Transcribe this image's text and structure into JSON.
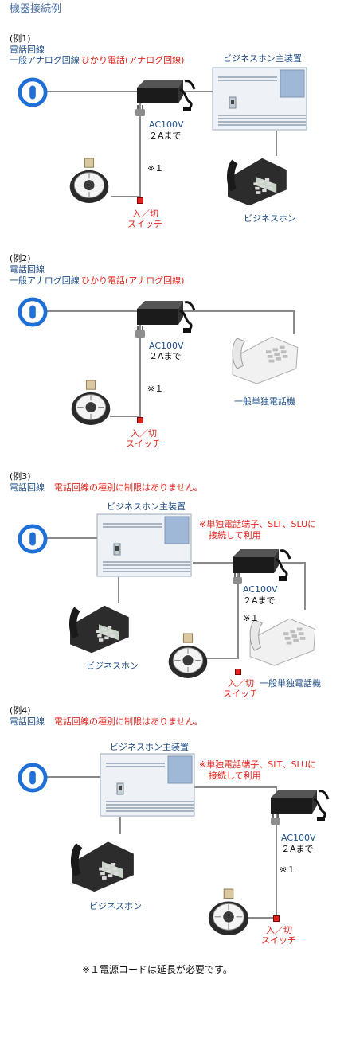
{
  "page": {
    "title": "機器接続例"
  },
  "examples": [
    {
      "heading": "(例1)",
      "line1": "電話回線",
      "line2a": "一般アナログ回線",
      "line2b": "ひかり電話(アナログ回線)",
      "main_unit": "ビジネスホン主装置",
      "ac_label": "AC100V",
      "amp_label": "２Aまで",
      "note_mark": "※１",
      "switch_a": "入／切",
      "switch_b": "スイッチ",
      "phone_label": "ビジネスホン"
    },
    {
      "heading": "(例2)",
      "line1": "電話回線",
      "line2a": "一般アナログ回線",
      "line2b": "ひかり電話(アナログ回線)",
      "ac_label": "AC100V",
      "amp_label": "２Aまで",
      "note_mark": "※１",
      "switch_a": "入／切",
      "switch_b": "スイッチ",
      "phone_label": "一般単独電話機"
    },
    {
      "heading": "(例3)",
      "line1": "電話回線",
      "line1_note": "電話回線の種別に制限はありません。",
      "main_unit": "ビジネスホン主装置",
      "connect_note_a": "※単独電話端子、SLT、SLUに",
      "connect_note_b": "接続して利用",
      "ac_label": "AC100V",
      "amp_label": "２Aまで",
      "note_mark": "※１",
      "switch_a": "入／切",
      "switch_b": "スイッチ",
      "phone_label": "ビジネスホン",
      "phone2_label": "一般単独電話機"
    },
    {
      "heading": "(例4)",
      "line1": "電話回線",
      "line1_note": "電話回線の種別に制限はありません。",
      "main_unit": "ビジネスホン主装置",
      "connect_note_a": "※単独電話端子、SLT、SLUに",
      "connect_note_b": "接続して利用",
      "ac_label": "AC100V",
      "amp_label": "２Aまで",
      "note_mark": "※１",
      "switch_a": "入／切",
      "switch_b": "スイッチ",
      "phone_label": "ビジネスホン"
    }
  ],
  "footnote": "※１電源コードは延長が必要です。",
  "colors": {
    "heading": "#1f4f86",
    "warning": "#e0231b",
    "jack": "#1e6fd6",
    "wire": "#8a8a8a"
  },
  "icons": [
    "phone-jack-icon",
    "ac-adapter-icon",
    "main-unit-icon",
    "business-phone-icon",
    "analog-phone-icon",
    "bell-device-icon",
    "power-plug-icon"
  ]
}
